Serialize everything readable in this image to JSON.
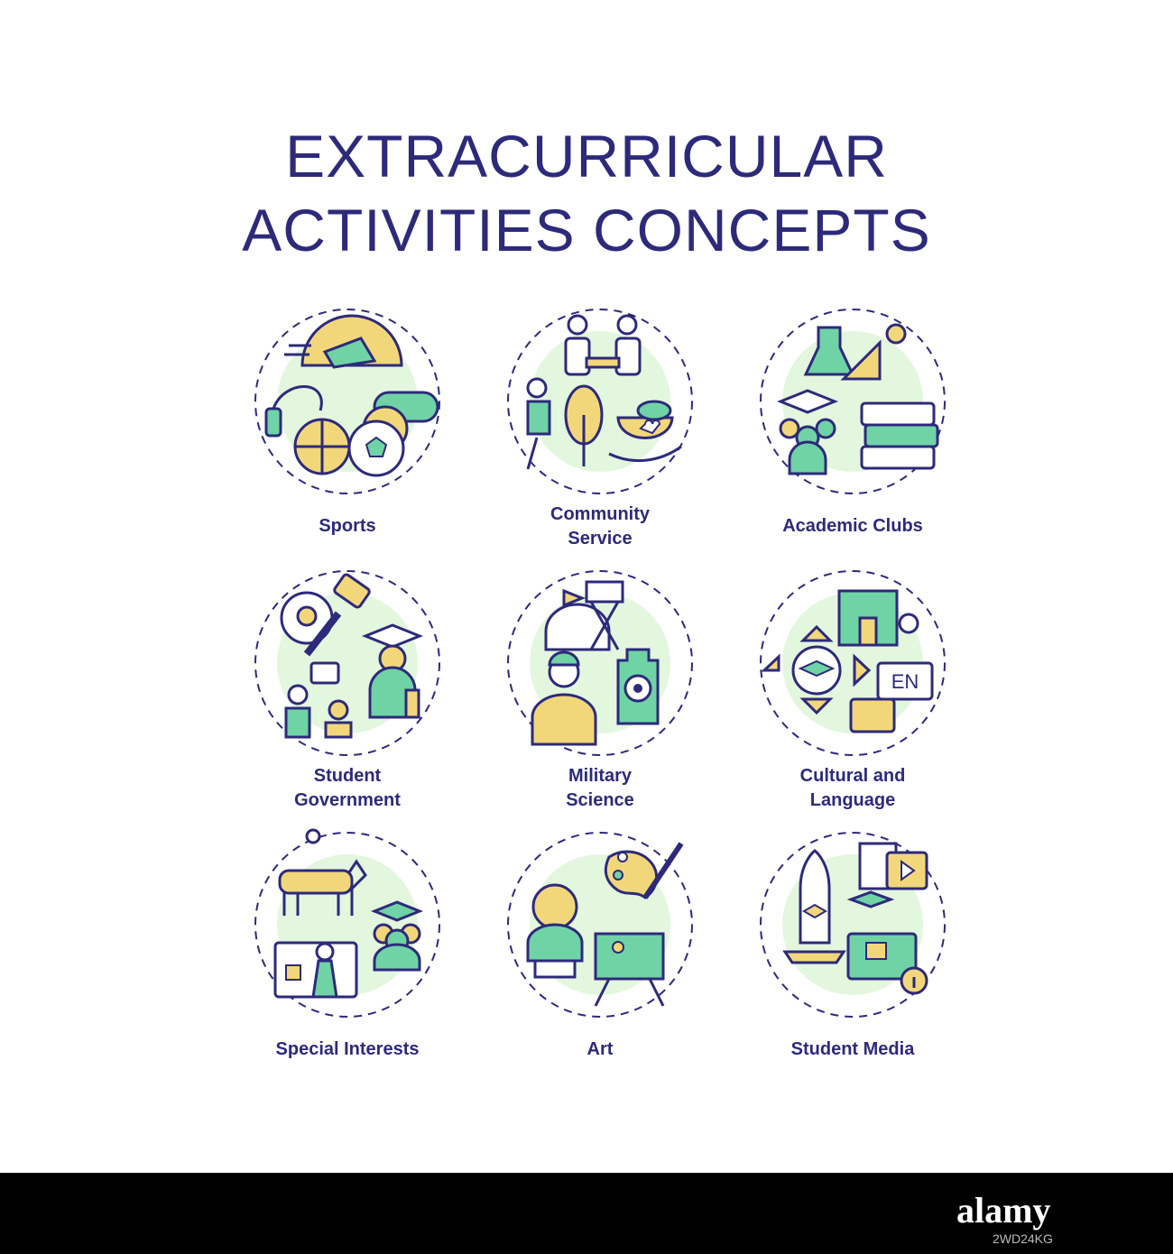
{
  "title": {
    "line1": "EXTRACURRICULAR",
    "line2": "ACTIVITIES CONCEPTS"
  },
  "colors": {
    "outline": "#2d2a7a",
    "green_fill": "#6fd3a6",
    "yellow_fill": "#f2d77a",
    "circle_bg": "#e3f6de"
  },
  "concepts": [
    {
      "label_line1": "Sports",
      "label_line2": "",
      "icon": "sports-icon"
    },
    {
      "label_line1": "Community",
      "label_line2": "Service",
      "icon": "community-service-icon"
    },
    {
      "label_line1": "Academic Clubs",
      "label_line2": "",
      "icon": "academic-clubs-icon"
    },
    {
      "label_line1": "Student",
      "label_line2": "Government",
      "icon": "student-government-icon"
    },
    {
      "label_line1": "Military",
      "label_line2": "Science",
      "icon": "military-science-icon"
    },
    {
      "label_line1": "Cultural and",
      "label_line2": "Language",
      "icon": "cultural-language-icon"
    },
    {
      "label_line1": "Special Interests",
      "label_line2": "",
      "icon": "special-interests-icon"
    },
    {
      "label_line1": "Art",
      "label_line2": "",
      "icon": "art-icon"
    },
    {
      "label_line1": "Student Media",
      "label_line2": "",
      "icon": "student-media-icon"
    }
  ],
  "icon_text": {
    "en_bubble": "EN"
  },
  "watermark": {
    "brand": "alamy",
    "image_id": "2WD24KG"
  }
}
